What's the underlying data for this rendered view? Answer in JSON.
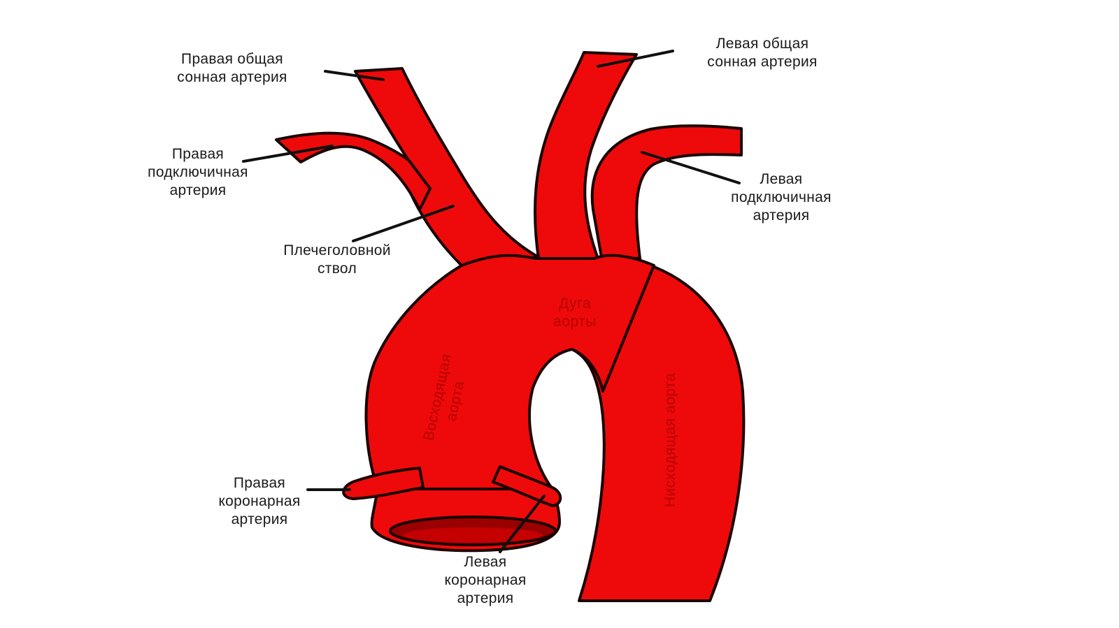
{
  "colors": {
    "artery": "#ee0a0a",
    "outline": "#1a0000",
    "inner_text": "#b50000",
    "label_text": "#1a1a1a",
    "background": "#ffffff"
  },
  "labels": {
    "right_common_carotid": [
      "Правая общая",
      "сонная артерия"
    ],
    "left_common_carotid": [
      "Левая общая",
      "сонная артерия"
    ],
    "right_subclavian": [
      "Правая",
      "подключичная",
      "артерия"
    ],
    "left_subclavian": [
      "Левая",
      "подключичная",
      "артерия"
    ],
    "brachiocephalic": [
      "Плечеголовной",
      "ствол"
    ],
    "right_coronary": [
      "Правая",
      "коронарная",
      "артерия"
    ],
    "left_coronary": [
      "Левая",
      "коронарная",
      "артерия"
    ]
  },
  "inner_labels": {
    "aortic_arch": [
      "Дуга",
      "аорты"
    ],
    "ascending_aorta": [
      "Восходящая",
      "аорта"
    ],
    "descending_aorta": "Нисходящая аорта"
  }
}
